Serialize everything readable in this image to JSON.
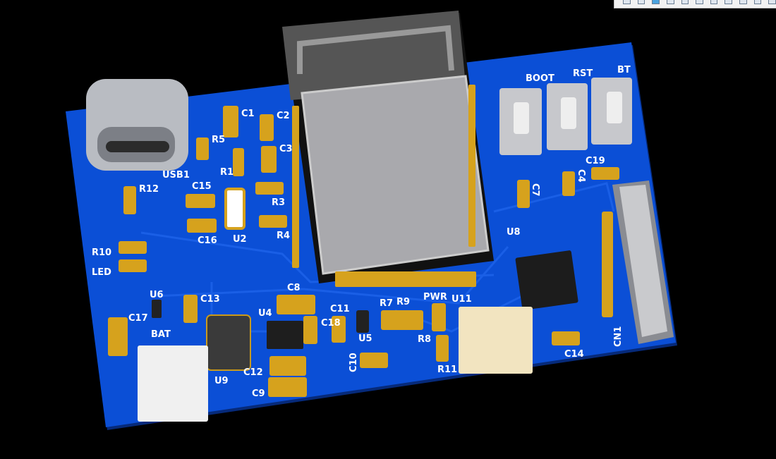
{
  "scene": {
    "background_color": "#000000",
    "board_color": "#0b4fd6",
    "pad_color": "#d6a21d",
    "silkscreen_color": "#ffffff"
  },
  "toolbar": {
    "icons": [
      "tool-icon-1",
      "tool-icon-2",
      "tool-icon-3",
      "tool-icon-4",
      "tool-icon-5",
      "tool-icon-6",
      "tool-icon-7",
      "tool-icon-8",
      "tool-icon-9",
      "tool-icon-10",
      "tool-icon-11"
    ]
  },
  "labels": {
    "c1": "C1",
    "c2": "C2",
    "r5": "R5",
    "c3": "C3",
    "r1": "R1",
    "usb1": "USB1",
    "r12": "R12",
    "c15": "C15",
    "r3": "R3",
    "u2": "U2",
    "c16": "C16",
    "r4": "R4",
    "r10": "R10",
    "led": "LED",
    "u6": "U6",
    "c13": "C13",
    "c8": "C8",
    "c17": "C17",
    "bat": "BAT",
    "u4": "U4",
    "c11": "C11",
    "c18": "C18",
    "r7": "R7",
    "r9": "R9",
    "pwr": "PWR",
    "u11": "U11",
    "u8": "U8",
    "c14": "C14",
    "cn1": "CN1",
    "u5": "U5",
    "r8": "R8",
    "r11": "R11",
    "c10": "C10",
    "c12": "C12",
    "c9": "C9",
    "u9": "U9",
    "boot": "BOOT",
    "rst": "RST",
    "bt": "BT",
    "c7": "C7",
    "c4": "C4",
    "c19": "C19"
  }
}
